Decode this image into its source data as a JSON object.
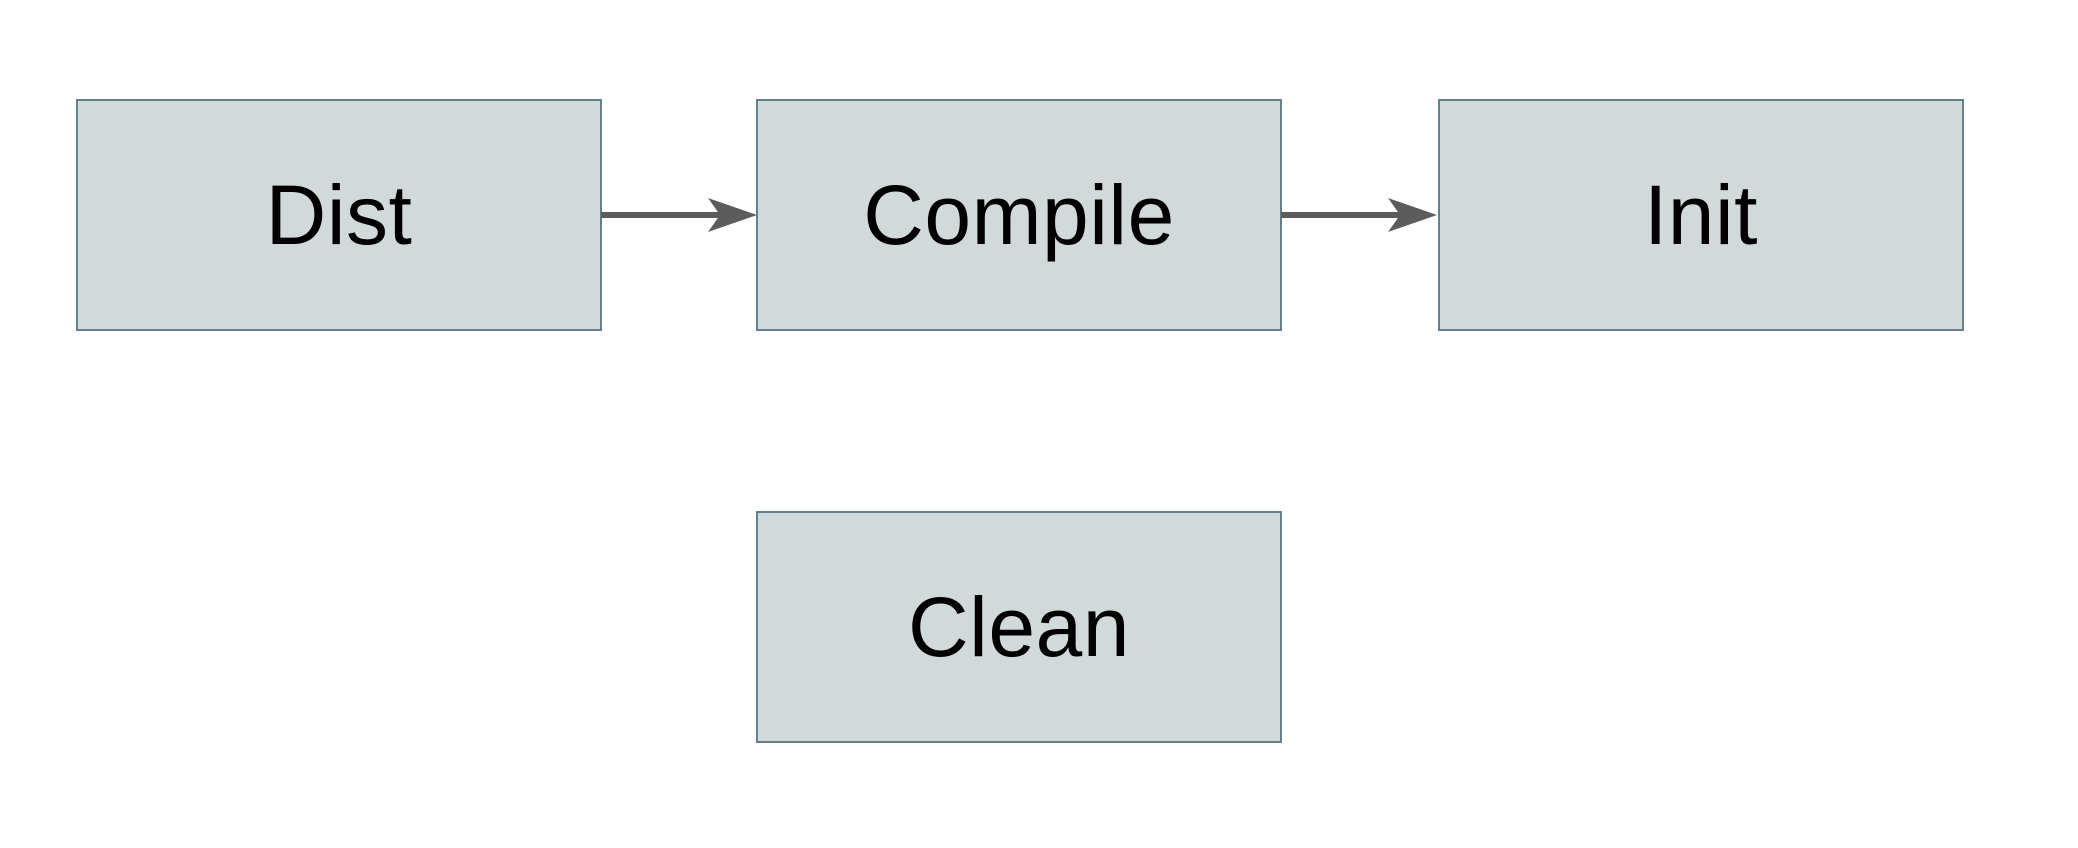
{
  "diagram": {
    "type": "flowchart",
    "background_color": "#ffffff",
    "node_fill_color": "#d2d9db",
    "node_border_color": "#64808d",
    "arrow_color": "#5c5c5c",
    "text_color": "#000000",
    "nodes": [
      {
        "id": "dist",
        "label": "Dist",
        "row": 1,
        "col": 1
      },
      {
        "id": "compile",
        "label": "Compile",
        "row": 1,
        "col": 2
      },
      {
        "id": "init",
        "label": "Init",
        "row": 1,
        "col": 3
      },
      {
        "id": "clean",
        "label": "Clean",
        "row": 2,
        "col": 2
      }
    ],
    "edges": [
      {
        "from": "Dist",
        "to": "Compile",
        "style": "solid-arrow"
      },
      {
        "from": "Compile",
        "to": "Init",
        "style": "solid-arrow"
      }
    ]
  }
}
